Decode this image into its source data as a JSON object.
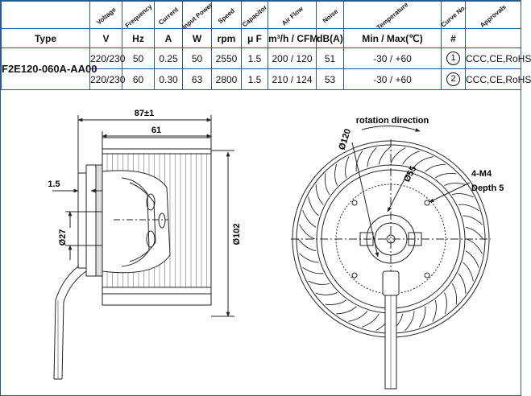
{
  "header_rotated": [
    "Voltage",
    "Frequency",
    "Current",
    "Input Power",
    "Speed",
    "Capacitor",
    "Air Flow",
    "Noise",
    "Temperature",
    "Curve No.",
    "Approvals"
  ],
  "units": {
    "type": "Type",
    "voltage": "V",
    "frequency": "Hz",
    "current": "A",
    "power": "W",
    "speed": "rpm",
    "capacitor": "μ F",
    "airflow": "m³/h / CFM",
    "noise": "dB(A)",
    "temperature": "Min / Max(℃)",
    "curve": "#"
  },
  "model": "F2E120-060A-AA00",
  "rows": [
    {
      "voltage": "220/230",
      "frequency": "50",
      "current": "0.25",
      "power": "50",
      "speed": "2550",
      "capacitor": "1.5",
      "airflow": "200 / 120",
      "noise": "51",
      "temperature": "-30 / +60",
      "curve": "1",
      "approvals": "CCC,CE,RoHS"
    },
    {
      "voltage": "220/230",
      "frequency": "60",
      "current": "0.30",
      "power": "63",
      "speed": "2800",
      "capacitor": "1.5",
      "airflow": "210 / 124",
      "noise": "53",
      "temperature": "-30 / +60",
      "curve": "2",
      "approvals": "CCC,CE,RoHS"
    }
  ],
  "drawing": {
    "dim_overall": "87±1",
    "dim_width": "61",
    "dim_offset": "1.5",
    "dim_shaft": "Ø27",
    "dim_diameter": "Ø102",
    "rotation_label": "rotation direction",
    "dim_bolt_circle": "Ø120",
    "dim_inner": "Ø55",
    "thread_label": "4-M4",
    "depth_label": "Depth 5"
  }
}
